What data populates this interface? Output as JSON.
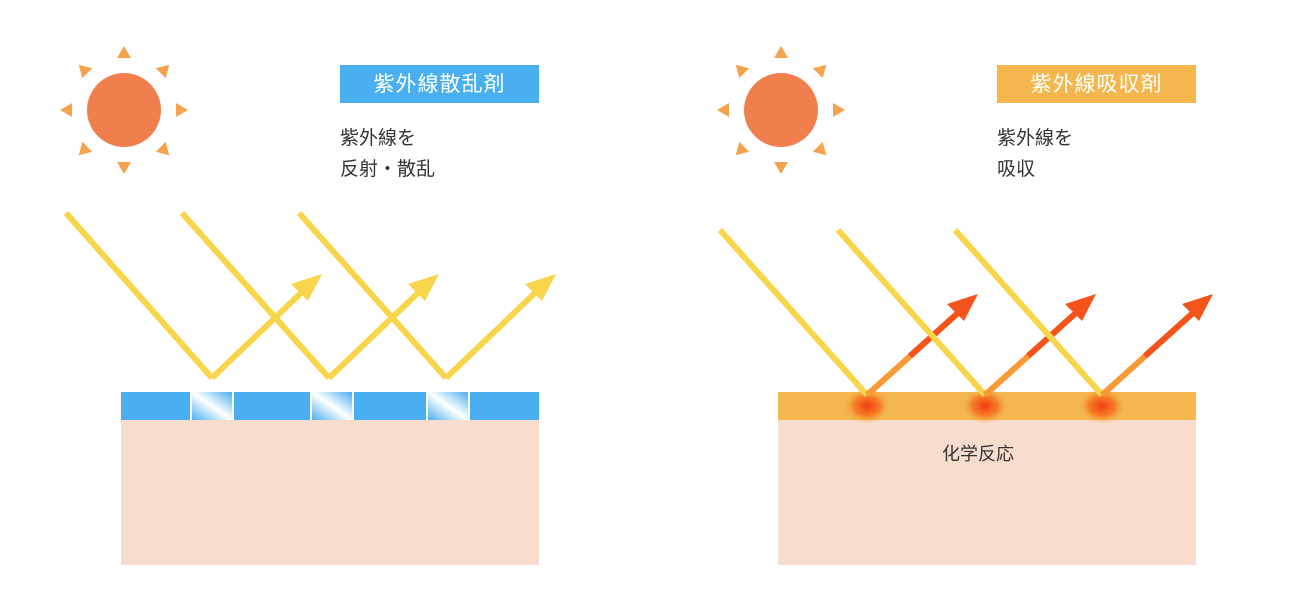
{
  "left_panel": {
    "label": "紫外線散乱剤",
    "label_color": "#4aaff0",
    "description": [
      "紫外線を",
      "反射・散乱"
    ]
  },
  "right_panel": {
    "label": "紫外線吸収剤",
    "label_color": "#f3b74d",
    "description": [
      "紫外線を",
      "吸収"
    ],
    "annotation": "化学反応"
  },
  "colors": {
    "sun": "#f07f4d",
    "sun_rays": "#f5a24d",
    "uv_ray": "#f8d54a",
    "absorbed_ray": "#f4531c",
    "skin": "#f8dccd",
    "scatter_layer": "#4aaff0",
    "absorb_layer": "#f3b74d"
  },
  "icons": [
    "sun-icon",
    "uv-ray-arrow"
  ]
}
